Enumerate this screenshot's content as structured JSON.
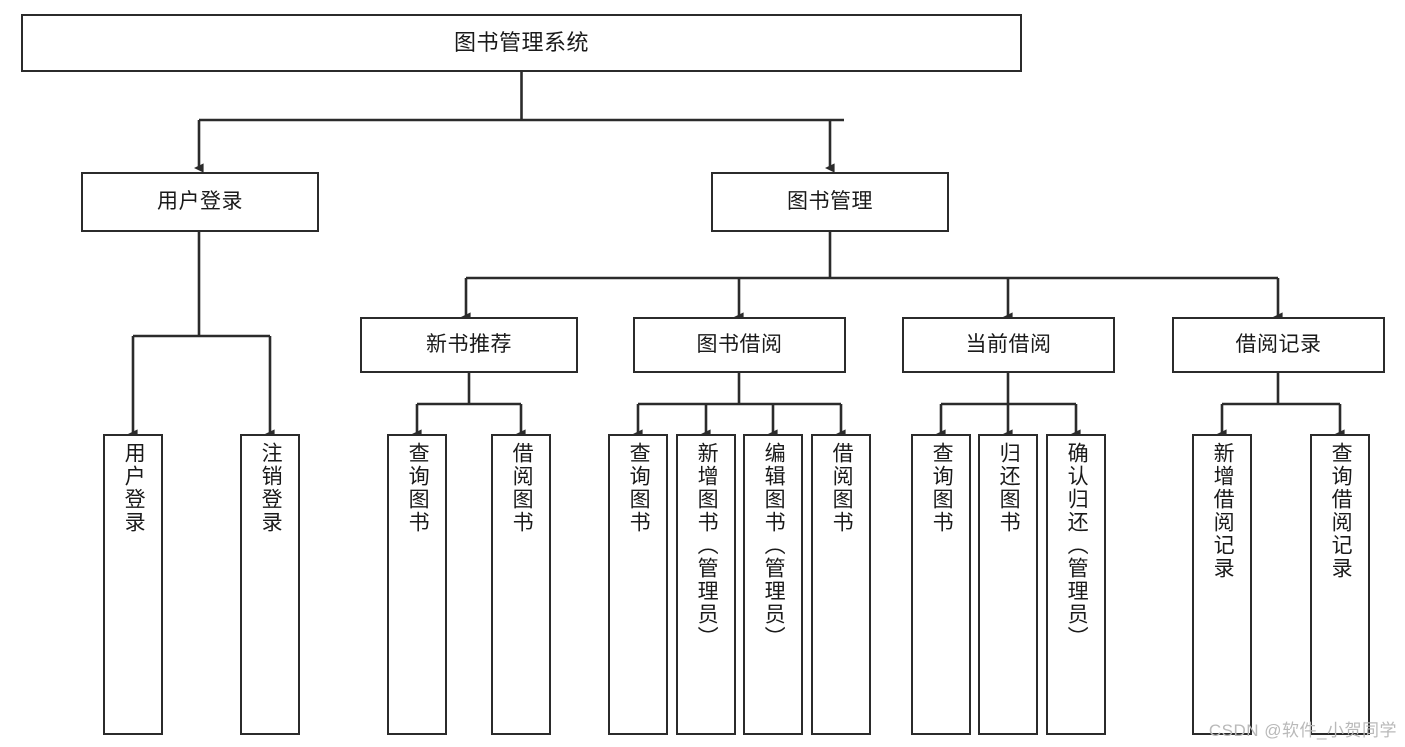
{
  "diagram": {
    "title": "图书管理系统",
    "watermark": "CSDN @软件_小贺同学",
    "line_color": "#2b2b2b",
    "box_fill": "#ffffff",
    "text_color": "#1a1a1a",
    "watermark_color": "#b9b9b9"
  },
  "nodes": {
    "root": {
      "label": "图书管理系统"
    },
    "level1": [
      {
        "label": "用户登录"
      },
      {
        "label": "图书管理"
      }
    ],
    "level2": [
      {
        "label": "新书推荐"
      },
      {
        "label": "图书借阅"
      },
      {
        "label": "当前借阅"
      },
      {
        "label": "借阅记录"
      }
    ],
    "leaves": {
      "user_login": [
        {
          "label": "用户登录"
        },
        {
          "label": "注销登录"
        }
      ],
      "new_book_recommend": [
        {
          "label": "查询图书"
        },
        {
          "label": "借阅图书"
        }
      ],
      "book_borrow": [
        {
          "label": "查询图书"
        },
        {
          "label": "新增图书（管理员）"
        },
        {
          "label": "编辑图书（管理员）"
        },
        {
          "label": "借阅图书"
        }
      ],
      "current_borrow": [
        {
          "label": "查询图书"
        },
        {
          "label": "归还图书"
        },
        {
          "label": "确认归还（管理员）"
        }
      ],
      "borrow_records": [
        {
          "label": "新增借阅记录"
        },
        {
          "label": "查询借阅记录"
        }
      ]
    }
  }
}
